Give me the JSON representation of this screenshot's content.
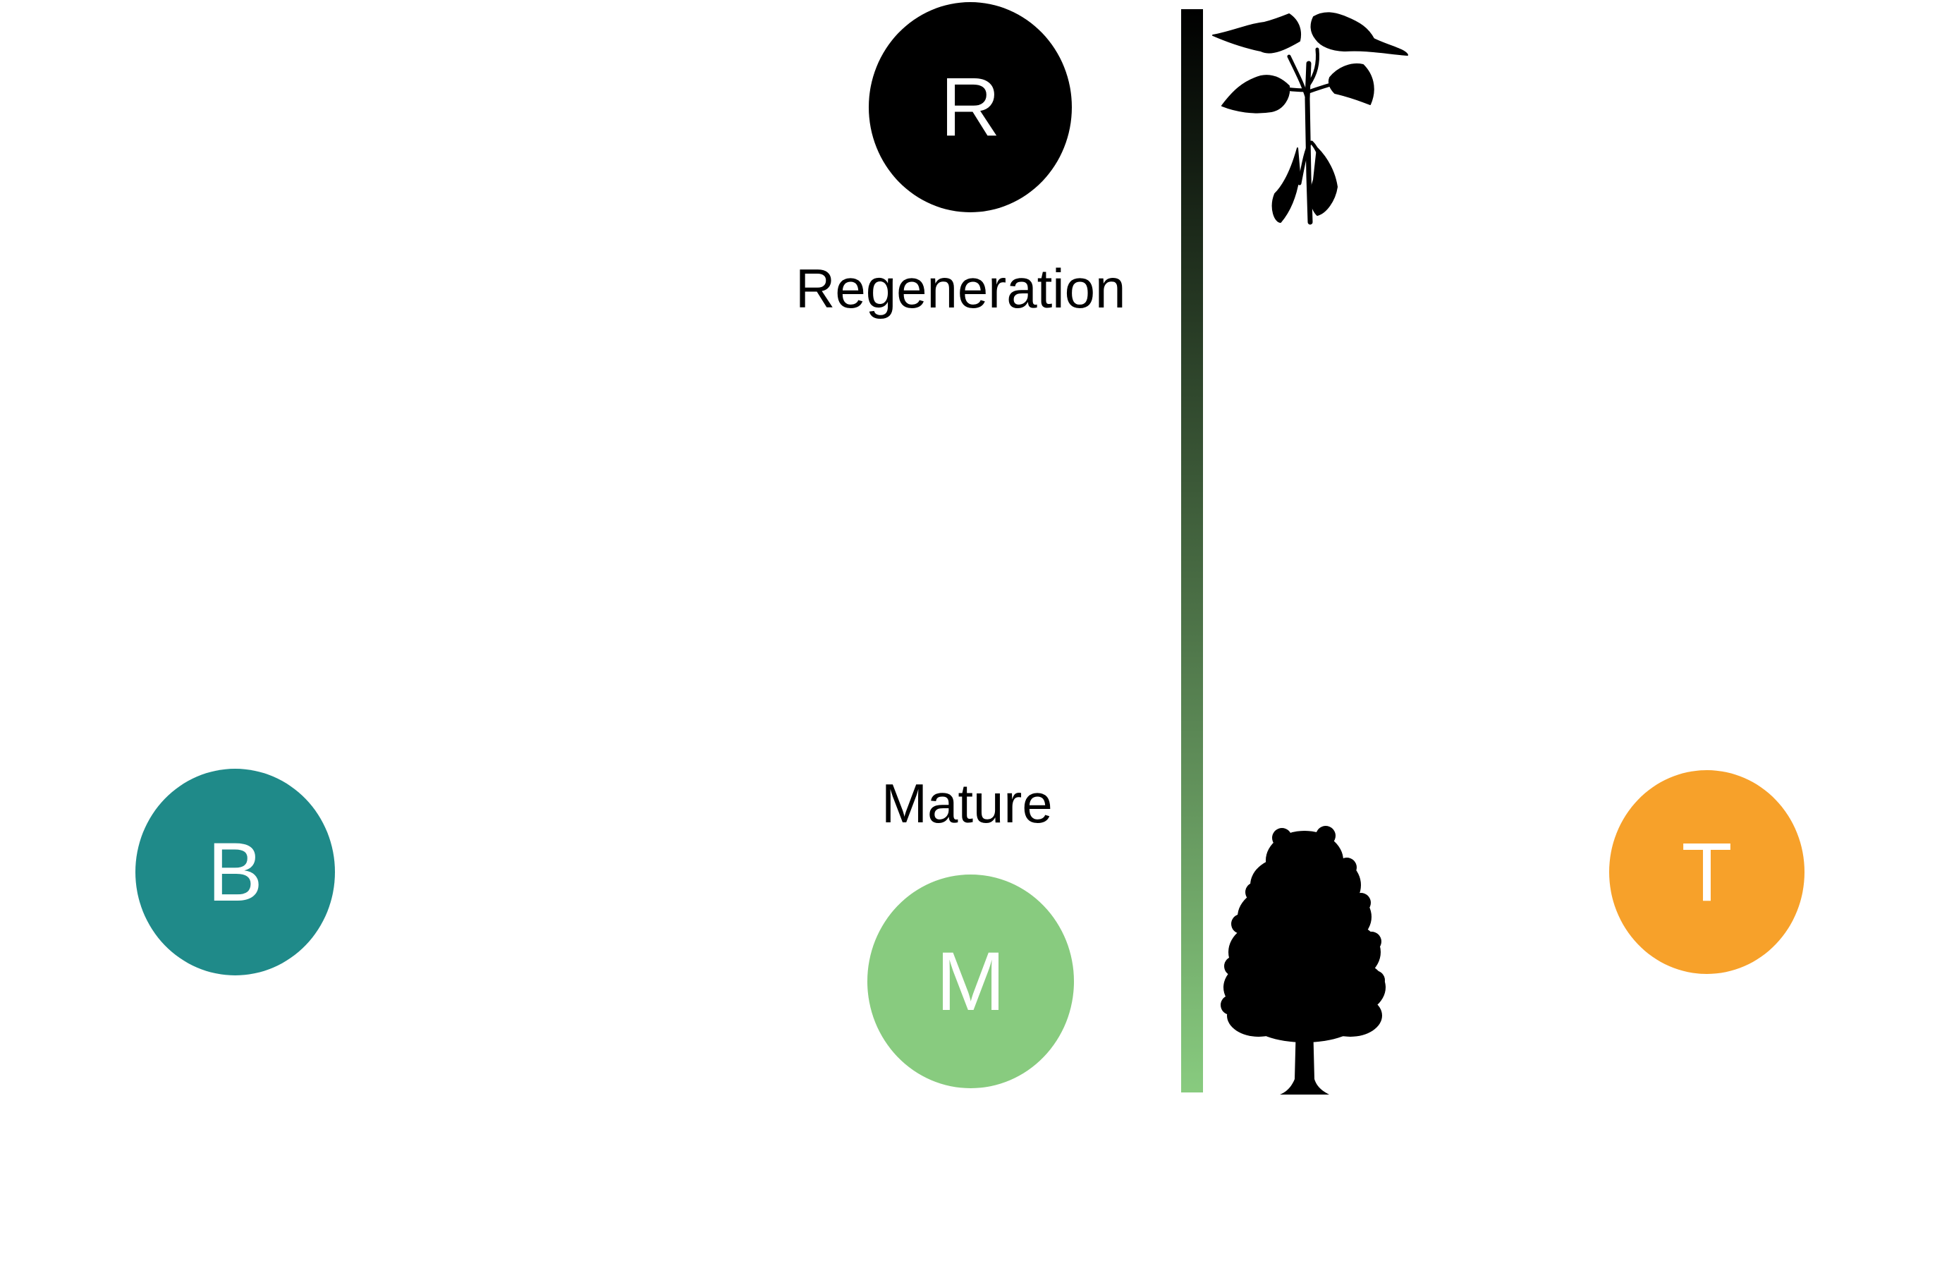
{
  "nodes": {
    "regeneration": {
      "letter": "R",
      "color": "#000000"
    },
    "mature": {
      "letter": "M",
      "color": "#88cb7f"
    },
    "border": {
      "letter": "B",
      "color": "#1f8a89"
    },
    "transition": {
      "letter": "T",
      "color": "#f7a12a"
    }
  },
  "labels": {
    "regeneration": "Regeneration",
    "mature": "Mature"
  },
  "gradient": {
    "top_color": "#000000",
    "bottom_color": "#88cb7f"
  },
  "icons": {
    "top": "seedling-icon",
    "bottom": "tree-icon"
  }
}
